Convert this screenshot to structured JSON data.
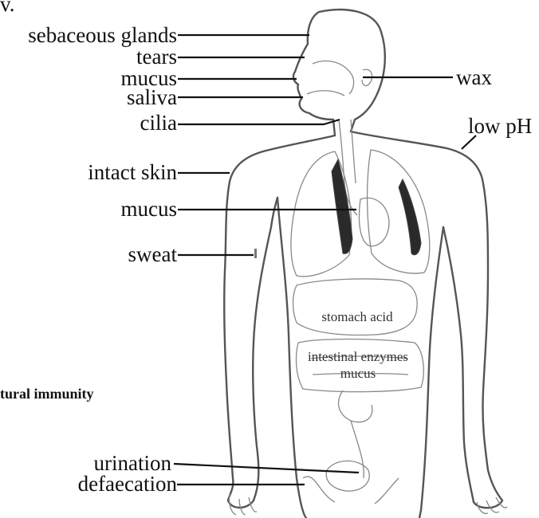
{
  "labels": {
    "corner_fragment": "v.",
    "sebaceous_glands": "sebaceous glands",
    "tears": "tears",
    "mucus_nose": "mucus",
    "saliva": "saliva",
    "cilia": "cilia",
    "wax": "wax",
    "low_ph": "low pH",
    "intact_skin": "intact skin",
    "mucus_lungs": "mucus",
    "sweat": "sweat",
    "stomach_acid": "stomach acid",
    "intestinal_enzymes": "intestinal enzymes",
    "mucus_intestine": "mucus",
    "urination": "urination",
    "defaecation": "defaecation",
    "caption_fragment": "tural immunity"
  }
}
